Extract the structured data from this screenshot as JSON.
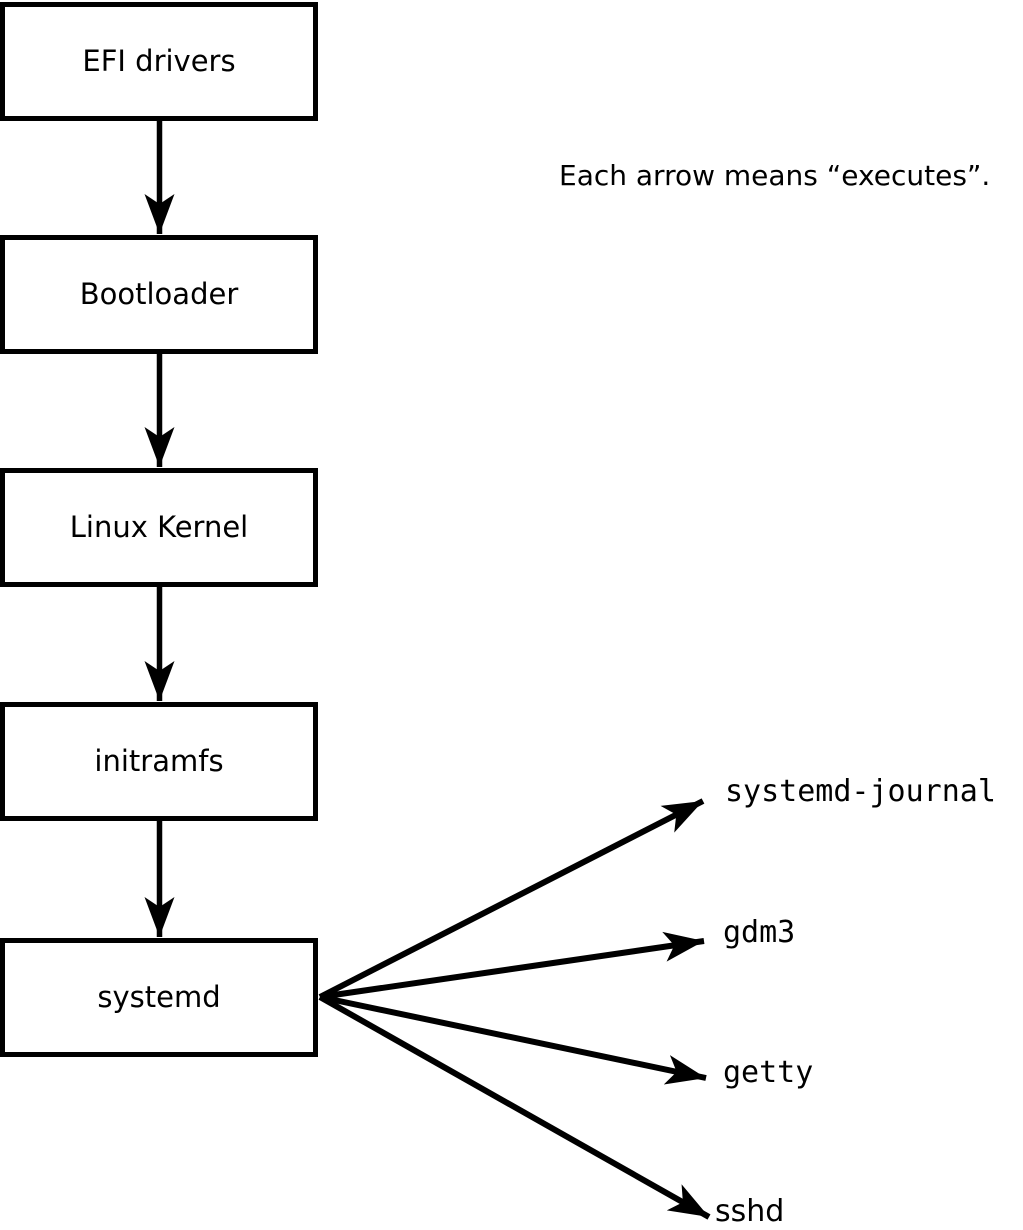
{
  "diagram": {
    "colors": {
      "background": "#ffffff",
      "stroke": "#000000",
      "text": "#000000"
    },
    "annotation": "Each arrow means “executes”.",
    "flow_nodes": [
      {
        "label": "EFI drivers"
      },
      {
        "label": "Bootloader"
      },
      {
        "label": "Linux Kernel"
      },
      {
        "label": "initramfs"
      },
      {
        "label": "systemd"
      }
    ],
    "spawned_processes": [
      {
        "label": "systemd-journal"
      },
      {
        "label": "gdm3"
      },
      {
        "label": "getty"
      },
      {
        "label": "sshd"
      }
    ]
  }
}
